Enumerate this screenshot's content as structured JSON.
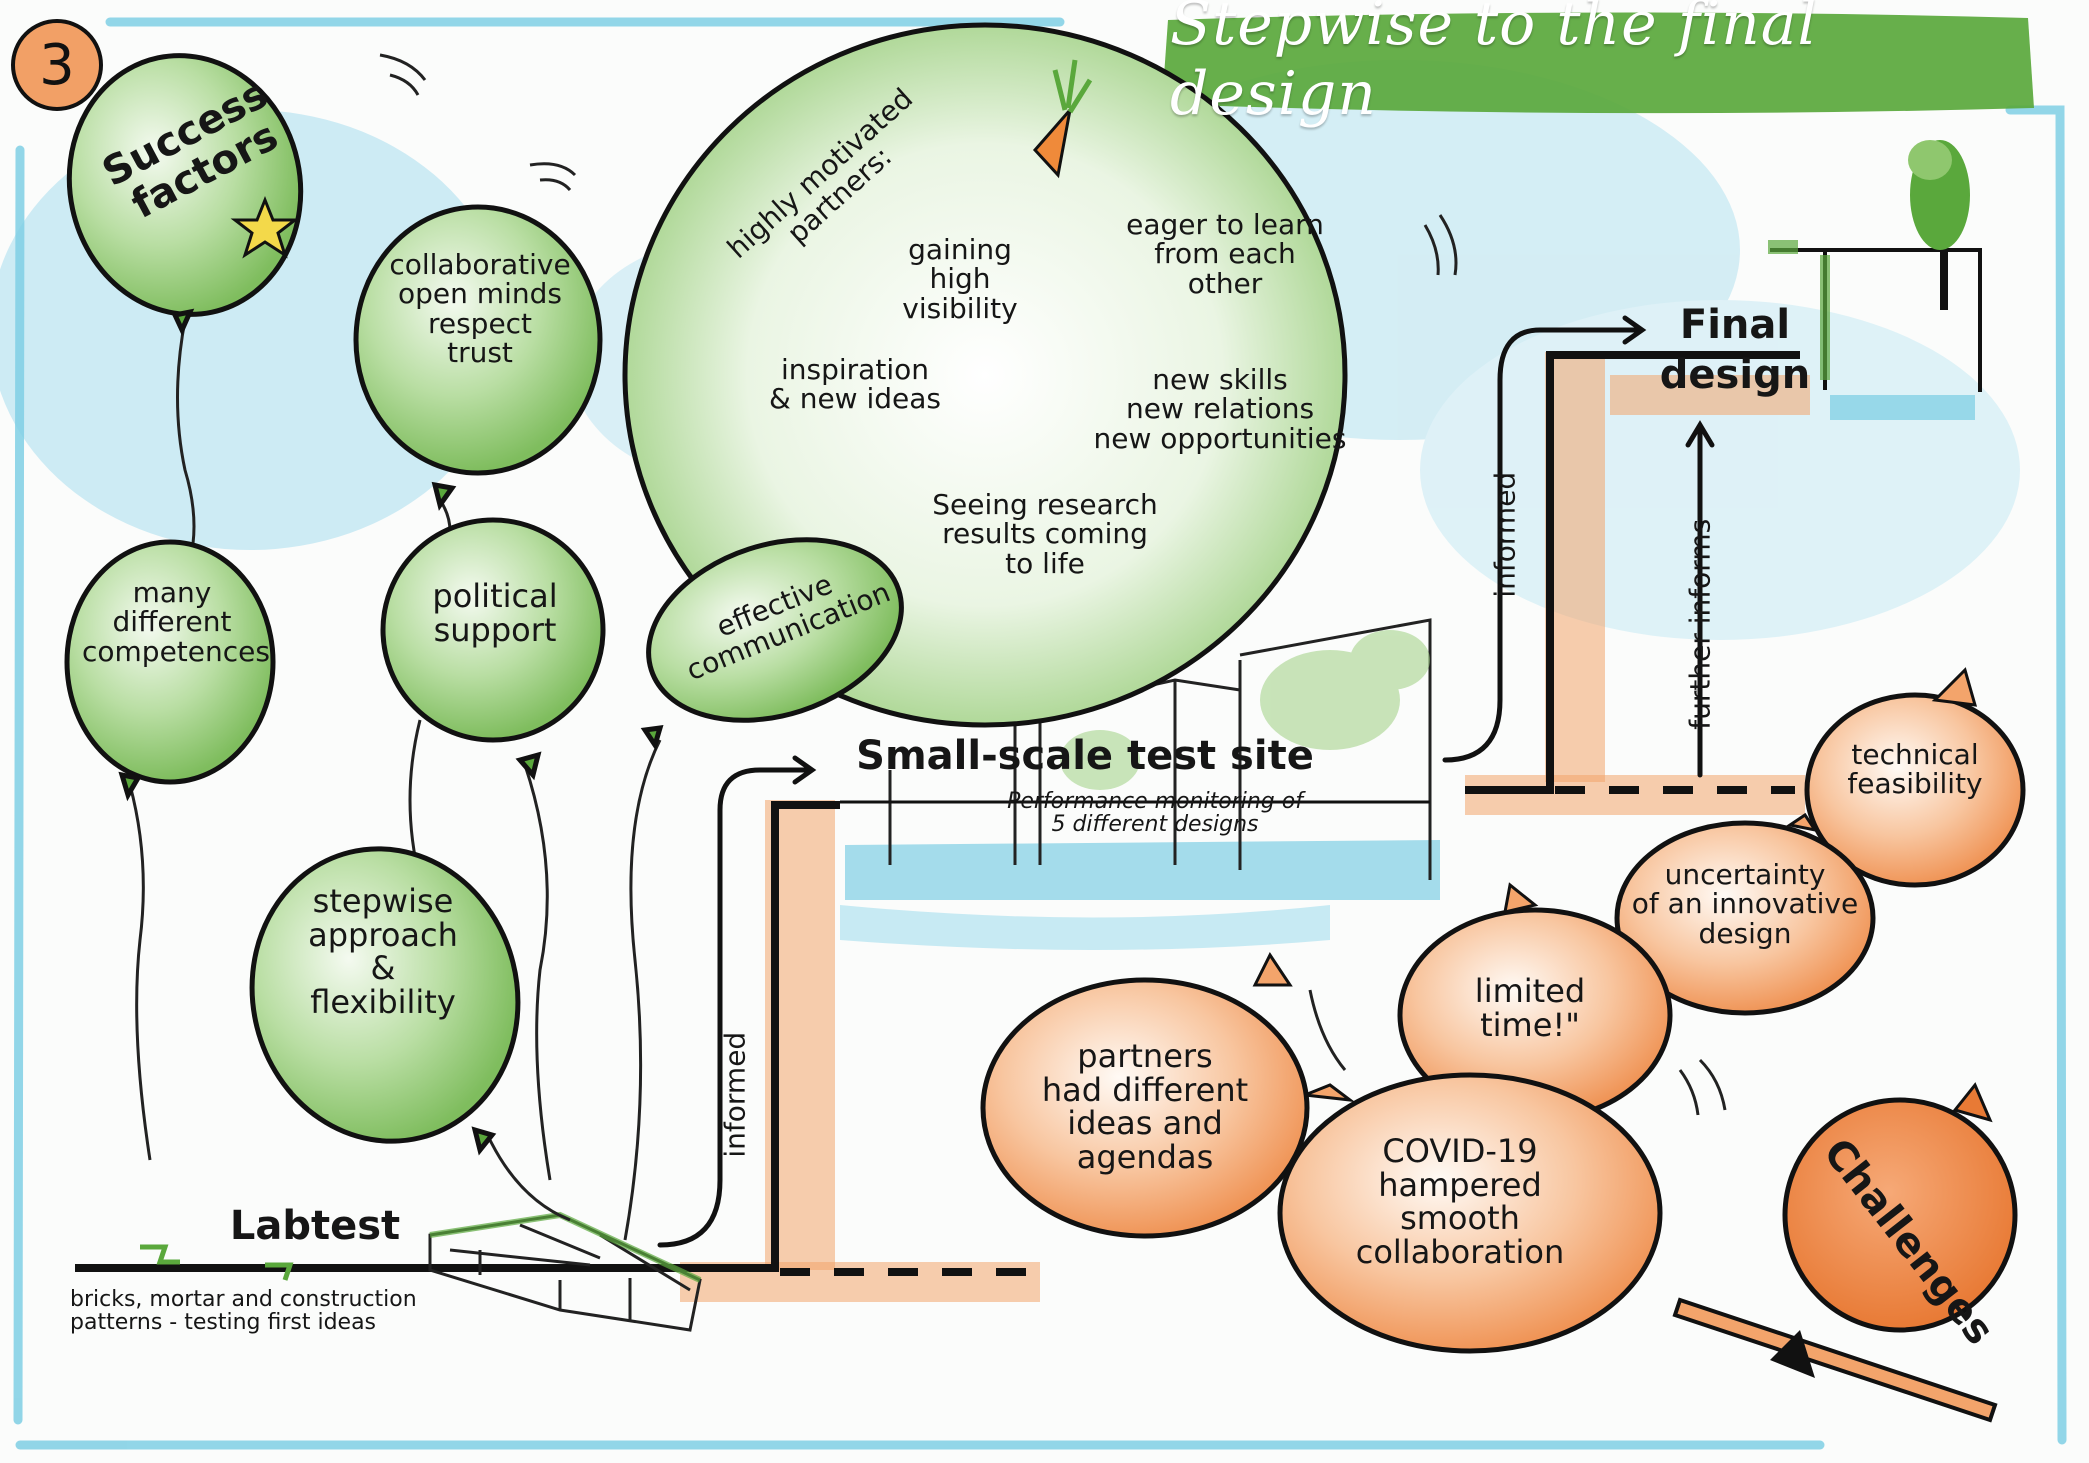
{
  "page_number": "3",
  "title": "Stepwise to the final design",
  "success_factors": {
    "title_lines": [
      "Success",
      "factors"
    ],
    "balloons": [
      {
        "id": "collab",
        "lines": [
          "collaborative",
          "open minds",
          "respect",
          "trust"
        ]
      },
      {
        "id": "competences",
        "lines": [
          "many",
          "different",
          "competences"
        ]
      },
      {
        "id": "political",
        "lines": [
          "political",
          "support"
        ]
      },
      {
        "id": "communication",
        "lines": [
          "effective",
          "communication"
        ]
      },
      {
        "id": "stepwise",
        "lines": [
          "stepwise",
          "approach",
          "&",
          "flexibility"
        ]
      }
    ]
  },
  "partners": {
    "heading_lines": [
      "highly motivated",
      "partners:"
    ],
    "items": [
      {
        "id": "visibility",
        "lines": [
          "gaining",
          "high",
          "visibility"
        ]
      },
      {
        "id": "learn",
        "lines": [
          "eager to learn",
          "from each",
          "other"
        ]
      },
      {
        "id": "inspiration",
        "lines": [
          "inspiration",
          "& new ideas"
        ]
      },
      {
        "id": "skills",
        "lines": [
          "new skills",
          "new relations",
          "new opportunities"
        ]
      },
      {
        "id": "research",
        "lines": [
          "Seeing research",
          "results coming",
          "to life"
        ]
      }
    ]
  },
  "stages": {
    "labtest": {
      "title": "Labtest",
      "desc_lines": [
        "bricks, mortar and construction",
        "patterns - testing first ideas"
      ]
    },
    "test_site": {
      "title": "Small-scale test site",
      "desc_lines": [
        "Performance monitoring of",
        "5 different designs"
      ]
    },
    "final": {
      "lines": [
        "Final",
        "design"
      ]
    },
    "arrows": {
      "informed_1": "informed",
      "informed_2": "informed",
      "further": "further informs"
    }
  },
  "challenges": {
    "title": "Challenges",
    "bags": [
      {
        "id": "technical",
        "lines": [
          "technical",
          "feasibility"
        ]
      },
      {
        "id": "uncertainty",
        "lines": [
          "uncertainty",
          "of an innovative",
          "design"
        ]
      },
      {
        "id": "time",
        "lines": [
          "limited",
          "time!\""
        ]
      },
      {
        "id": "agendas",
        "lines": [
          "partners",
          "had different",
          "ideas and",
          "agendas"
        ]
      },
      {
        "id": "covid",
        "lines": [
          "COVID-19",
          "hampered",
          "smooth",
          "collaboration"
        ]
      }
    ]
  },
  "colors": {
    "green": "#8fc76e",
    "dark_green": "#4e8e35",
    "orange": "#f3a46b",
    "blue": "#7fcfe4",
    "ink": "#161616"
  }
}
